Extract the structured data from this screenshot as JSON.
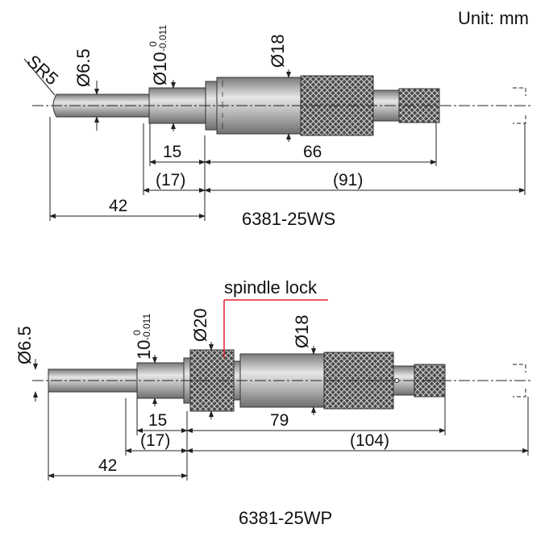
{
  "unit_label": "Unit: mm",
  "colors": {
    "accent_line": "#e0202c",
    "metal_light": "#cfcfcf",
    "metal_dark": "#8c8c8c",
    "knurl": "#2a2a2a"
  },
  "top": {
    "model": "6381-25WS",
    "sr": "SR5",
    "d_spindle": "Ø6.5",
    "d_stem": "Ø10",
    "d_stem_tol_upper": "0",
    "d_stem_tol_lower": "-0.011",
    "d_thimble": "Ø18",
    "len_stem": "15",
    "len_body": "66",
    "len_stem_ref": "(17)",
    "len_total_ref": "(91)",
    "len_spindle": "42"
  },
  "bottom": {
    "model": "6381-25WP",
    "callout": "spindle lock",
    "d_spindle": "Ø6.5",
    "d_stem": "10",
    "d_stem_tol_upper": "0",
    "d_stem_tol_lower": "-0.011",
    "d_lock": "Ø20",
    "d_thimble": "Ø18",
    "len_stem": "15",
    "len_body": "79",
    "len_stem_ref": "(17)",
    "len_total_ref": "(104)",
    "len_spindle": "42"
  }
}
